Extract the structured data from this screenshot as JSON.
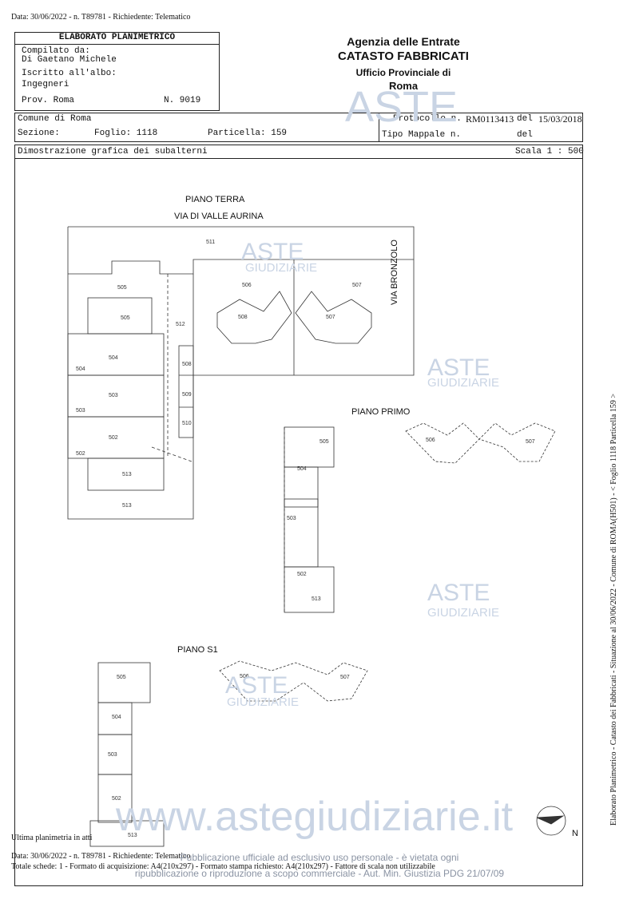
{
  "top_line": "Data: 30/06/2022 - n. T89781 - Richiedente: Telematico",
  "header": {
    "title": "ELABORATO PLANIMETRICO",
    "compilato_label": "Compilato da:",
    "compilato_name": "Di Gaetano Michele",
    "iscritto_label": "Iscritto all'albo:",
    "iscritto_value": "Ingegneri",
    "prov": "Prov. Roma",
    "numero": "N. 9019",
    "agency": "Agenzia delle Entrate",
    "catasto": "CATASTO FABBRICATI",
    "ufficio": "Ufficio Provinciale di",
    "city": "Roma"
  },
  "info": {
    "comune": "Comune di Roma",
    "sezione": "Sezione:",
    "foglio": "Foglio: 1118",
    "particella": "Particella: 159",
    "protocollo_label": "Protocollo n.",
    "protocollo_value": "RM0113413",
    "del1": "del",
    "date1": "15/03/2018",
    "tipo_label": "Tipo Mappale n.",
    "del2": "del",
    "dimostrazione": "Dimostrazione grafica dei subalterni",
    "scala": "Scala 1 : 500"
  },
  "plan": {
    "piano_terra": "PIANO TERRA",
    "via_valle": "VIA DI VALLE AURINA",
    "via_bronzolo": "VIA BRONZOLO",
    "piano_primo": "PIANO PRIMO",
    "piano_s1": "PIANO S1",
    "north": "N"
  },
  "watermark": {
    "aste": "ASTE",
    "giudiziarie": "GIUDIZIARIE",
    "site": "www.astegiudiziarie.it",
    "notice_1": "Pubblicazione ufficiale ad esclusivo uso personale - è vietata ogni",
    "notice_2": "ripubblicazione o riproduzione a scopo commerciale - Aut. Min. Giustizia PDG 21/07/09"
  },
  "side_text": "Elaborato Planimetrico - Catasto dei Fabbricati - Situazione al 30/06/2022 - Comune di ROMA(H501) - < Foglio 1118 Particella 159 >",
  "footer": {
    "ultima": "Ultima planimetria in atti",
    "line1": "Data: 30/06/2022 - n. T89781 - Richiedente: Telematico",
    "line2": "Totale schede: 1 - Formato di acquisizione: A4(210x297) - Formato stampa richiesto: A4(210x297) - Fattore di scala non utilizzabile"
  },
  "colors": {
    "watermark": "#c9d4e4",
    "ink": "#222222"
  }
}
